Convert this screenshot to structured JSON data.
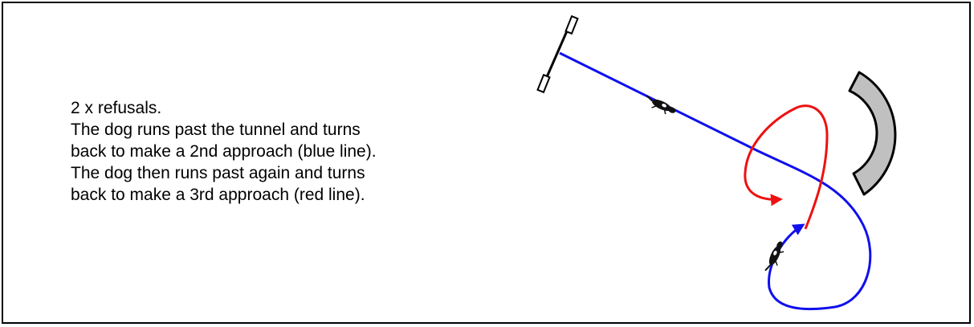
{
  "caption": {
    "lines": [
      "2 x refusals.",
      "The dog runs past the tunnel and turns",
      "back to make a 2nd approach (blue line).",
      "The dog then runs past again and turns",
      "back to make a 3rd approach (red line)."
    ]
  },
  "colors": {
    "blue_path": "#1010ee",
    "red_path": "#ee1111",
    "tunnel_fill": "#c0c0c0",
    "outline": "#000000"
  },
  "icons": {
    "jump": "jump-bar-icon",
    "tunnel": "tunnel-icon",
    "dog": "dog-icon"
  }
}
